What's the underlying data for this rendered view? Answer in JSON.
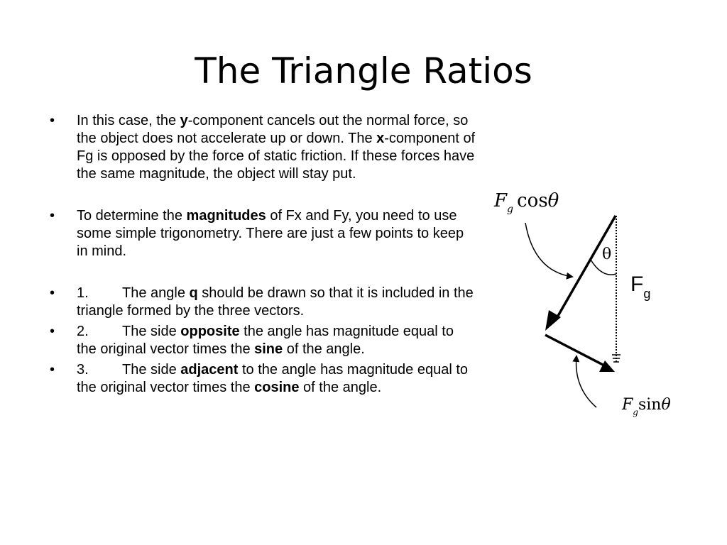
{
  "title": "The Triangle Ratios",
  "bullets": [
    {
      "parts": [
        {
          "t": "In this case, the ",
          "b": false
        },
        {
          "t": "y",
          "b": true
        },
        {
          "t": "-component cancels out the normal force, so the object does not accelerate up or down. The ",
          "b": false
        },
        {
          "t": "x",
          "b": true
        },
        {
          "t": "-component of Fg is opposed by the force of static friction.  If these forces have the same magnitude, the object will stay put.",
          "b": false
        }
      ]
    },
    {
      "parts": [
        {
          "t": "To determine the ",
          "b": false
        },
        {
          "t": "magnitudes",
          "b": true
        },
        {
          "t": " of Fx and Fy, you need to use some simple trigonometry.  There are just a few points to keep in mind.",
          "b": false
        }
      ]
    },
    {
      "number": "1.",
      "parts": [
        {
          "t": "The angle ",
          "b": false
        },
        {
          "t": "q",
          "b": true
        },
        {
          "t": " should be drawn so that it is included in the triangle formed by the three vectors.",
          "b": false
        }
      ]
    },
    {
      "number": "2.",
      "parts": [
        {
          "t": "The side ",
          "b": false
        },
        {
          "t": "opposite",
          "b": true
        },
        {
          "t": " the angle has magnitude equal to the original vector times the ",
          "b": false
        },
        {
          "t": "sine",
          "b": true
        },
        {
          "t": " of the angle.",
          "b": false
        }
      ]
    },
    {
      "number": "3.",
      "parts": [
        {
          "t": "The side ",
          "b": false
        },
        {
          "t": "adjacent",
          "b": true
        },
        {
          "t": " to the angle has magnitude equal to the original vector times the ",
          "b": false
        },
        {
          "t": "cosine",
          "b": true
        },
        {
          "t": " of the angle.",
          "b": false
        }
      ]
    }
  ],
  "diagram": {
    "cos_label": {
      "F": "F",
      "sub": "g",
      "fn": "cos",
      "theta": "θ"
    },
    "sin_label": {
      "F": "F",
      "sub": "g",
      "fn": "sin",
      "theta": "θ"
    },
    "theta": "θ",
    "fg_label": {
      "F": "F",
      "sub": "g"
    }
  }
}
